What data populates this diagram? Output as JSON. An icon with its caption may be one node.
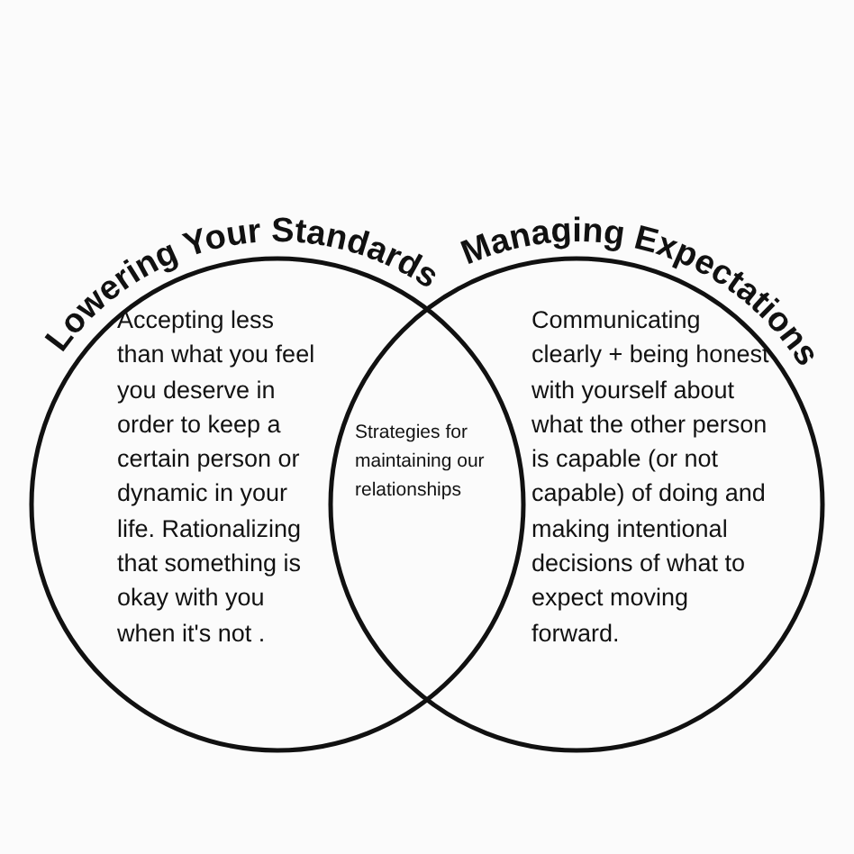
{
  "diagram": {
    "nodes": [
      {
        "text": [
          "Lowering Your Standards",
          "Accepting less than what you feel you deserve in order to keep a certain person or dynamic in your life. Rationalizing that something is okay with you when it's not ."
        ]
      },
      {
        "text": [
          "Managing Expectations",
          "Communicating clearly + being honest with yourself about what the other person is capable (or not capable) of doing and making intentional decisions of what to expect moving forward."
        ]
      }
    ],
    "labels": [
      "Strategies for maintaining our relationships"
    ]
  }
}
